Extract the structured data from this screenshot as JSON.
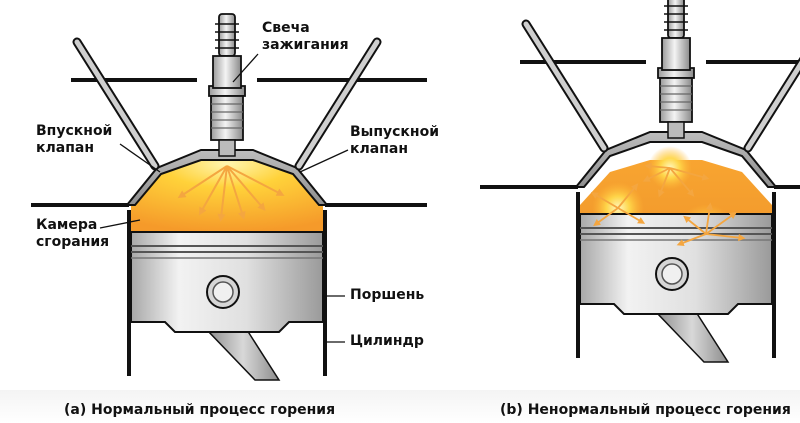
{
  "labels": {
    "spark_plug": "Свеча\nзажигания",
    "intake_valve": "Впускной\nклапан",
    "exhaust_valve": "Выпускной\nклапан",
    "combustion_chamber": "Камера\nсгорания",
    "piston": "Поршень",
    "cylinder": "Цилиндр"
  },
  "captions": {
    "normal": "(a)  Нормальный процесс горения",
    "abnormal": "(b) Ненормальный процесс горения"
  },
  "colors": {
    "flame_core": "#fff3a0",
    "flame_mid": "#ffd23a",
    "flame_outer": "#f59a2a",
    "metal_light": "#e6e6e6",
    "metal_dark": "#8a8a8a",
    "outline": "#111111"
  }
}
